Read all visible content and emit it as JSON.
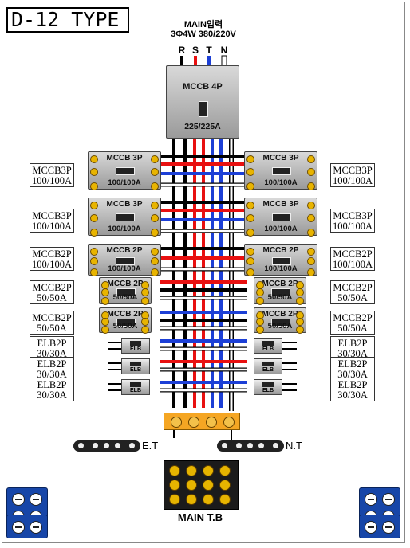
{
  "title": "D-12 TYPE",
  "main_input": {
    "label": "MAIN입력",
    "spec": "3Φ4W 380/220V"
  },
  "phases": [
    "R",
    "S",
    "T",
    "N"
  ],
  "main_breaker": {
    "type": "MCCB 4P",
    "rating": "225/225A"
  },
  "left_breakers": [
    {
      "type": "MCCB 3P",
      "rating": "100/100A",
      "label1": "MCCB3P",
      "label2": "100/100A"
    },
    {
      "type": "MCCB 3P",
      "rating": "100/100A",
      "label1": "MCCB3P",
      "label2": "100/100A"
    },
    {
      "type": "MCCB 2P",
      "rating": "100/100A",
      "label1": "MCCB2P",
      "label2": "100/100A"
    },
    {
      "type": "MCCB 2P",
      "rating": "50/50A",
      "label1": "MCCB2P",
      "label2": "50/50A"
    },
    {
      "type": "MCCB 2P",
      "rating": "50/50A",
      "label1": "MCCB2P",
      "label2": "50/50A"
    }
  ],
  "right_breakers": [
    {
      "type": "MCCB 3P",
      "rating": "100/100A",
      "label1": "MCCB3P",
      "label2": "100/100A"
    },
    {
      "type": "MCCB 3P",
      "rating": "100/100A",
      "label1": "MCCB3P",
      "label2": "100/100A"
    },
    {
      "type": "MCCB 2P",
      "rating": "100/100A",
      "label1": "MCCB2P",
      "label2": "100/100A"
    },
    {
      "type": "MCCB 2P",
      "rating": "50/50A",
      "label1": "MCCB2P",
      "label2": "50/50A"
    },
    {
      "type": "MCCB 2P",
      "rating": "50/50A",
      "label1": "MCCB2P",
      "label2": "50/50A"
    }
  ],
  "elb_label": "ELB",
  "left_elbs": [
    {
      "label1": "ELB2P",
      "label2": "30/30A"
    },
    {
      "label1": "ELB2P",
      "label2": "30/30A"
    },
    {
      "label1": "ELB2P",
      "label2": "30/30A"
    }
  ],
  "right_elbs": [
    {
      "label1": "ELB2P",
      "label2": "30/30A"
    },
    {
      "label1": "ELB2P",
      "label2": "30/30A"
    },
    {
      "label1": "ELB2P",
      "label2": "30/30A"
    }
  ],
  "earth_terminal": "E.T",
  "neutral_terminal": "N.T",
  "main_tb": "MAIN T.B",
  "colors": {
    "R": "#000000",
    "S": "#e81010",
    "T": "#1c3fd6",
    "N": "#ffffff",
    "accent": "#f5a623",
    "terminal": "#1746a8"
  }
}
